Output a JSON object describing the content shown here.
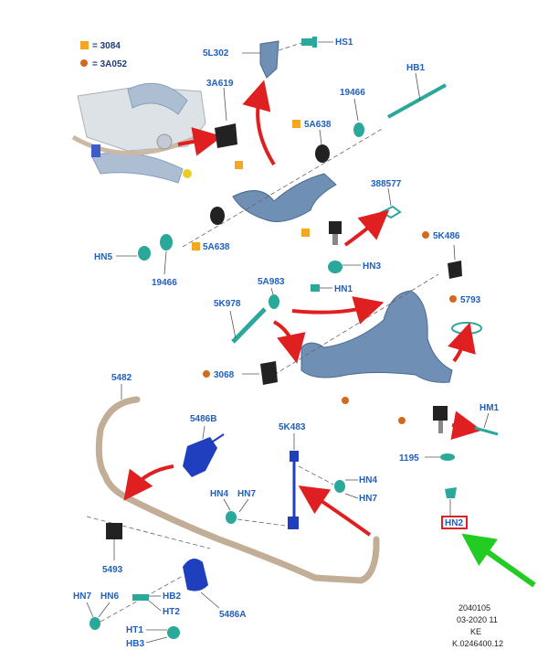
{
  "legend": {
    "square_label": "= 3084",
    "dot_label": "= 3A052",
    "square_color": "#f5a623",
    "dot_color": "#d2691e"
  },
  "callouts": {
    "5l302": "5L302",
    "hs1": "HS1",
    "hb1": "HB1",
    "3a619": "3A619",
    "19466_top": "19466",
    "5a638_top": "5A638",
    "388577": "388577",
    "hn5": "HN5",
    "19466_bottom": "19466",
    "5a638_bottom": "5A638",
    "hn3": "HN3",
    "5k486": "5K486",
    "5a983": "5A983",
    "hn1": "HN1",
    "5k978": "5K978",
    "5793": "5793",
    "3068": "3068",
    "5482": "5482",
    "5486b": "5486B",
    "5k483": "5K483",
    "hm1": "HM1",
    "1195": "1195",
    "hn4_left": "HN4",
    "hn7_left": "HN7",
    "hn4_right": "HN4",
    "hn7_right": "HN7",
    "hn2": "HN2",
    "5493": "5493",
    "hn7_bottom": "HN7",
    "hn6": "HN6",
    "hb2": "HB2",
    "ht2": "HT2",
    "5486a": "5486A",
    "ht1": "HT1",
    "hb3": "HB3"
  },
  "footer": {
    "line1": "2040105",
    "line2": "03-2020 11",
    "line3": "KE",
    "line4": "K.0246400.12"
  },
  "colors": {
    "arm": "#6f8fb5",
    "bar": "#c2ad96",
    "teal": "#2aa89a",
    "blue_part": "#1f3fbf",
    "arrow_red": "#e02020",
    "arrow_green": "#22cc22",
    "highlight_box": "#e02020"
  }
}
